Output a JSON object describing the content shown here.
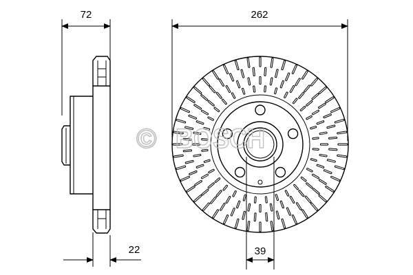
{
  "dimensions": {
    "thickness": "72",
    "diameter": "262",
    "min_thickness": "22",
    "center_bore": "39"
  },
  "watermark": {
    "symbol": "©",
    "text": "BOSCH"
  },
  "disc": {
    "bolt_holes": 5,
    "vent_slot_rings": 4
  }
}
